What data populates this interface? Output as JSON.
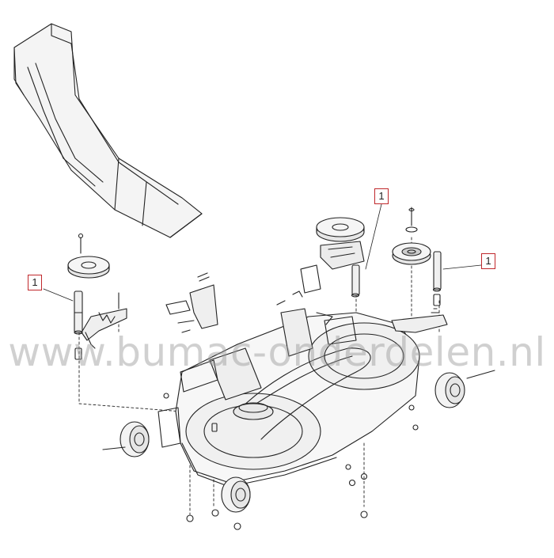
{
  "callouts": [
    {
      "id": "left",
      "label": "1"
    },
    {
      "id": "top-center",
      "label": "1"
    },
    {
      "id": "right",
      "label": "1"
    }
  ],
  "watermark": {
    "text": "www.bumac-onderdelen.nl"
  },
  "colors": {
    "line": "#222222",
    "callout_border": "#c0282c",
    "part_fill": "#f2f2f2",
    "watermark": "#9a9a9a"
  }
}
